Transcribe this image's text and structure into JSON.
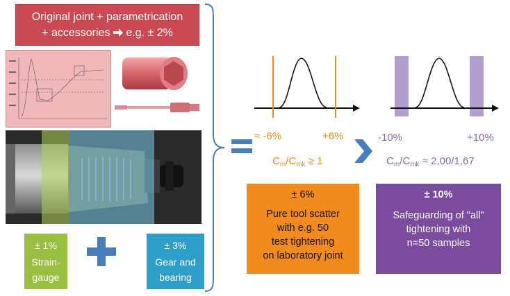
{
  "header_box": {
    "line1": "Original joint + parametrication",
    "line2a": "+ accessories ",
    "line2b": " e.g. ± 2%"
  },
  "green_box": {
    "pct": "± 1%",
    "line1": "Strain-",
    "line2": "gauge"
  },
  "blue_box": {
    "pct": "± 3%",
    "line1": "Gear and",
    "line2": "bearing"
  },
  "left_chart": {
    "min_label": "≈ -6%",
    "max_label": "+6%",
    "formula_c": "C",
    "formula_m": "m",
    "formula_mid": "/C",
    "formula_mk": "mk",
    "formula_rhs": " ≥ 1"
  },
  "right_chart": {
    "min_label": "-10%",
    "max_label": "+10%",
    "formula_c": "C",
    "formula_m": "m",
    "formula_mid": "/C",
    "formula_mk": "mk",
    "formula_rhs": " ≈ 2,00/1,67"
  },
  "orange_box": {
    "pct": "± 6%",
    "line1": "Pure tool scatter",
    "line2": "with e.g. 50",
    "line3": "test tightening",
    "line4": "on laboratory joint"
  },
  "purple_box": {
    "pct": "± 10%",
    "line1": "Safeguarding of \"all\"",
    "line2": "tightening with",
    "line3": "n=50 samples"
  },
  "colors": {
    "red": "#c94a52",
    "green": "#98bf3f",
    "blue": "#2e9fc9",
    "orange": "#f18b1e",
    "purple": "#7b4b9e",
    "accent_blue": "#4a7ebb"
  }
}
